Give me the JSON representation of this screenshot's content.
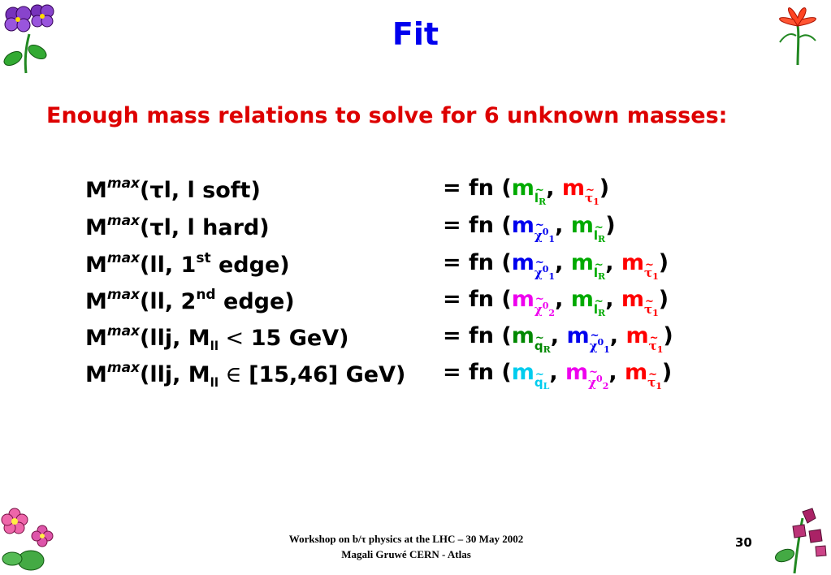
{
  "slide": {
    "title": "Fit",
    "subtitle": "Enough mass relations to solve for 6 unknown masses:",
    "rows": [
      {
        "lhs": {
          "M": "M",
          "max": "max",
          "args": "(τl, l soft)"
        },
        "rhs": {
          "eq": "= fn (",
          "t1": "m",
          "s1a": "l",
          "s1b": "R",
          "sep1": ", ",
          "t2": "m",
          "s2a": "τ",
          "s2b": "1",
          "close": ")"
        }
      },
      {
        "lhs": {
          "M": "M",
          "max": "max",
          "args": "(τl, l hard)"
        },
        "rhs": {
          "eq": "= fn (",
          "t1": "m",
          "s1a": "χ",
          "s1sp": "0",
          "s1b": "1",
          "sep1": ", ",
          "t2": "m",
          "s2a": "l",
          "s2b": "R",
          "close": ")"
        }
      },
      {
        "lhs": {
          "M": "M",
          "max": "max",
          "pre": "(ll, 1",
          "sup": "st",
          "post": " edge)"
        },
        "rhs": {
          "eq": "= fn (",
          "t1": "m",
          "s1a": "χ",
          "s1sp": "0",
          "s1b": "1",
          "sep1": ", ",
          "t2": "m",
          "s2a": "l",
          "s2b": "R",
          "sep2": ", ",
          "t3": "m",
          "s3a": "τ",
          "s3b": "1",
          "close": ")"
        }
      },
      {
        "lhs": {
          "M": "M",
          "max": "max",
          "pre": "(ll, 2",
          "sup": "nd",
          "post": " edge)"
        },
        "rhs": {
          "eq": "= fn (",
          "t1": "m",
          "s1a": "χ",
          "s1sp": "0",
          "s1b": "2",
          "sep1": ", ",
          "t2": "m",
          "s2a": "l",
          "s2b": "R",
          "sep2": ", ",
          "t3": "m",
          "s3a": "τ",
          "s3b": "1",
          "close": ")"
        }
      },
      {
        "lhs": {
          "M": "M",
          "max": "max",
          "pre": "(llj, M",
          "sub": "ll",
          "op": " < ",
          "post": "15 GeV)"
        },
        "rhs": {
          "eq": "= fn (",
          "t1": "m",
          "s1a": "q",
          "s1b": "R",
          "sep1": ", ",
          "t2": "m",
          "s2a": "χ",
          "s2sp": "0",
          "s2b": "1",
          "sep2": ", ",
          "t3": "m",
          "s3a": "τ",
          "s3b": "1",
          "close": ")"
        }
      },
      {
        "lhs": {
          "M": "M",
          "max": "max",
          "pre": "(llj, M",
          "sub": "ll",
          "op": " ∈ ",
          "post": "[15,46] GeV)"
        },
        "rhs": {
          "eq": "= fn (",
          "t1": "m",
          "s1a": "q",
          "s1b": "L",
          "sep1": ", ",
          "t2": "m",
          "s2a": "χ",
          "s2sp": "0",
          "s2b": "2",
          "sep2": ", ",
          "t3": "m",
          "s3a": "τ",
          "s3b": "1",
          "close": ")"
        }
      }
    ],
    "tilde": "~",
    "footer": {
      "line1": "Workshop on b/τ physics at the LHC – 30 May 2002",
      "line2": "Magali Gruwé CERN - Atlas"
    },
    "page_number": "30",
    "colors": {
      "title": "#0000ee",
      "subtitle": "#dd0000",
      "slepton": "#00aa00",
      "stau": "#ff0000",
      "neutralino1": "#0000ee",
      "neutralino2": "#ee00ee",
      "squark_r": "#008800",
      "squark_l": "#00ccee"
    },
    "decorations": [
      "violet-flower-icon",
      "lily-flower-icon",
      "pink-flower-icon",
      "bellflower-icon"
    ]
  }
}
